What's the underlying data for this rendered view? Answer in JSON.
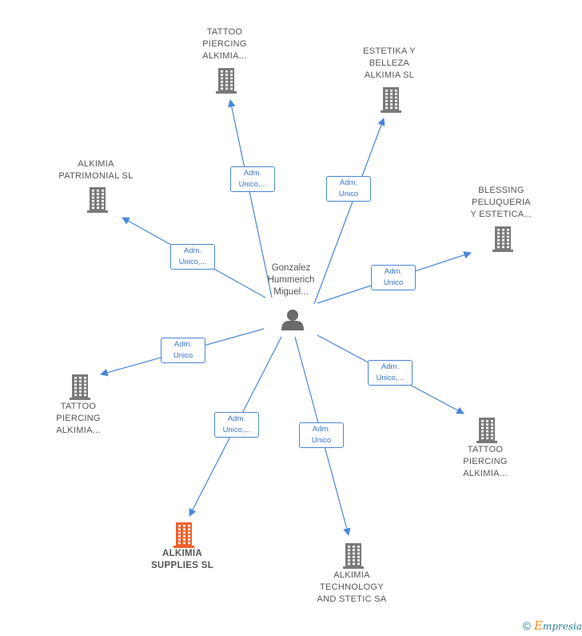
{
  "center": {
    "lines": [
      "Gonzalez",
      "Hummerich",
      "Miguel..."
    ],
    "icon": "person-icon"
  },
  "companies": [
    {
      "id": "tattoo-top",
      "lines": [
        "TATTOO",
        "PIERCING",
        "ALKIMIA..."
      ],
      "highlight": false
    },
    {
      "id": "estetika",
      "lines": [
        "ESTETIKA Y",
        "BELLEZA",
        "ALKIMIA SL"
      ],
      "highlight": false
    },
    {
      "id": "alkimia-patrimonial",
      "lines": [
        "ALKIMIA",
        "PATRIMONIAL SL"
      ],
      "highlight": false
    },
    {
      "id": "blessing",
      "lines": [
        "BLESSING",
        "PELUQUERIA",
        "Y ESTETICA..."
      ],
      "highlight": false
    },
    {
      "id": "tattoo-left",
      "lines": [
        "TATTOO",
        "PIERCING",
        "ALKIMIA..."
      ],
      "highlight": false
    },
    {
      "id": "tattoo-right",
      "lines": [
        "TATTOO",
        "PIERCING",
        "ALKIMIA..."
      ],
      "highlight": false
    },
    {
      "id": "alkimia-supplies",
      "lines": [
        "ALKIMIA",
        "SUPPLIES  SL"
      ],
      "highlight": true
    },
    {
      "id": "alkimia-technology",
      "lines": [
        "ALKIMIA",
        "TECHNOLOGY",
        "AND STETIC SA"
      ],
      "highlight": false
    }
  ],
  "edges": [
    {
      "target": "tattoo-top",
      "lines": [
        "Adm.",
        "Unico,..."
      ]
    },
    {
      "target": "estetika",
      "lines": [
        "Adm.",
        "Unico"
      ]
    },
    {
      "target": "alkimia-patrimonial",
      "lines": [
        "Adm.",
        "Unico,..."
      ]
    },
    {
      "target": "blessing",
      "lines": [
        "Adm.",
        "Unico"
      ]
    },
    {
      "target": "tattoo-left",
      "lines": [
        "Adm.",
        "Unico"
      ]
    },
    {
      "target": "tattoo-right",
      "lines": [
        "Adm.",
        "Unico,..."
      ]
    },
    {
      "target": "alkimia-supplies",
      "lines": [
        "Adm.",
        "Unico,..."
      ]
    },
    {
      "target": "alkimia-technology",
      "lines": [
        "Adm.",
        "Unico"
      ]
    }
  ],
  "colors": {
    "edge": "#4a86d9",
    "building": "#7a7a7a",
    "building_highlight": "#f0602a",
    "person": "#6b6b6b"
  },
  "footer": {
    "copyright": "©",
    "brand_initial": "E",
    "brand_rest": "mpresia"
  }
}
